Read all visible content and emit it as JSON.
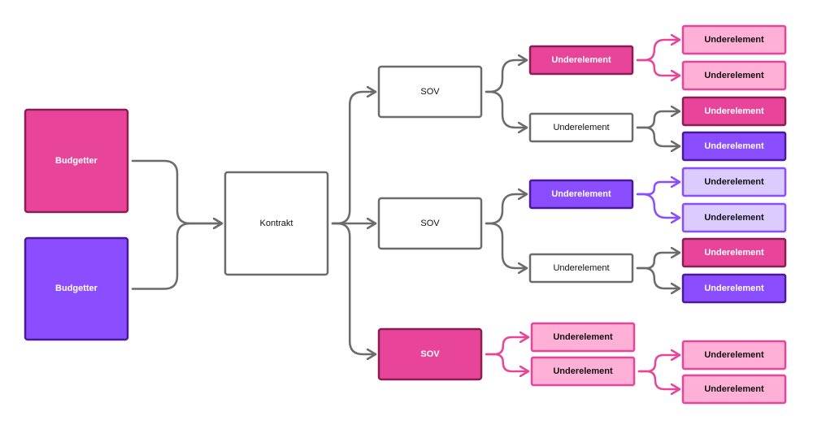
{
  "colors": {
    "gray_stroke": "#6b6b6b",
    "white_fill": "#ffffff",
    "pink": "#e8449a",
    "pink_stroke": "#8a1d52",
    "light_pink": "#ffb0d6",
    "light_pink_stroke": "#e8449a",
    "purple": "#8a4dff",
    "purple_stroke": "#4a1a99",
    "lavender": "#dccbff",
    "lavender_stroke": "#8a4dff",
    "text_dark": "#111111",
    "text_light": "#ffffff"
  },
  "nodes": {
    "budget_pink": {
      "label": "Budgetter",
      "style": "pink",
      "icon": "none"
    },
    "budget_purple": {
      "label": "Budgetter",
      "style": "purple",
      "icon": "none"
    },
    "kontrakt": {
      "label": "Kontrakt",
      "style": "white"
    },
    "sov1": {
      "label": "SOV",
      "style": "white"
    },
    "sov2": {
      "label": "SOV",
      "style": "white"
    },
    "sov3": {
      "label": "SOV",
      "style": "pink"
    },
    "sov1_sub1": {
      "label": "Underelement",
      "style": "pink"
    },
    "sov1_sub2": {
      "label": "Underelement",
      "style": "white"
    },
    "sov2_sub1": {
      "label": "Underelement",
      "style": "purple"
    },
    "sov2_sub2": {
      "label": "Underelement",
      "style": "white"
    },
    "sov3_sub1": {
      "label": "Underelement",
      "style": "light_pink"
    },
    "sov3_sub2": {
      "label": "Underelement",
      "style": "light_pink"
    },
    "leaf1": {
      "label": "Underelement",
      "style": "light_pink"
    },
    "leaf2": {
      "label": "Underelement",
      "style": "light_pink"
    },
    "leaf3": {
      "label": "Underelement",
      "style": "pink"
    },
    "leaf4": {
      "label": "Underelement",
      "style": "purple"
    },
    "leaf5": {
      "label": "Underelement",
      "style": "lavender"
    },
    "leaf6": {
      "label": "Underelement",
      "style": "lavender"
    },
    "leaf7": {
      "label": "Underelement",
      "style": "pink"
    },
    "leaf8": {
      "label": "Underelement",
      "style": "purple"
    },
    "leaf9": {
      "label": "Underelement",
      "style": "light_pink"
    },
    "leaf10": {
      "label": "Underelement",
      "style": "light_pink"
    }
  },
  "edges": [
    {
      "from": "budget_pink",
      "to": "kontrakt",
      "color": "gray"
    },
    {
      "from": "budget_purple",
      "to": "kontrakt",
      "color": "gray"
    },
    {
      "from": "kontrakt",
      "to": "sov1",
      "color": "gray"
    },
    {
      "from": "kontrakt",
      "to": "sov2",
      "color": "gray"
    },
    {
      "from": "kontrakt",
      "to": "sov3",
      "color": "gray"
    },
    {
      "from": "sov1",
      "to": "sov1_sub1",
      "color": "gray"
    },
    {
      "from": "sov1",
      "to": "sov1_sub2",
      "color": "gray"
    },
    {
      "from": "sov2",
      "to": "sov2_sub1",
      "color": "gray"
    },
    {
      "from": "sov2",
      "to": "sov2_sub2",
      "color": "gray"
    },
    {
      "from": "sov3",
      "to": "sov3_sub1",
      "color": "pink"
    },
    {
      "from": "sov3",
      "to": "sov3_sub2",
      "color": "pink"
    },
    {
      "from": "sov1_sub1",
      "to": "leaf1",
      "color": "pink"
    },
    {
      "from": "sov1_sub1",
      "to": "leaf2",
      "color": "pink"
    },
    {
      "from": "sov1_sub2",
      "to": "leaf3",
      "color": "gray"
    },
    {
      "from": "sov1_sub2",
      "to": "leaf4",
      "color": "gray"
    },
    {
      "from": "sov2_sub1",
      "to": "leaf5",
      "color": "purple"
    },
    {
      "from": "sov2_sub1",
      "to": "leaf6",
      "color": "purple"
    },
    {
      "from": "sov2_sub2",
      "to": "leaf7",
      "color": "gray"
    },
    {
      "from": "sov2_sub2",
      "to": "leaf8",
      "color": "gray"
    },
    {
      "from": "sov3_sub2",
      "to": "leaf9",
      "color": "pink"
    },
    {
      "from": "sov3_sub2",
      "to": "leaf10",
      "color": "pink"
    }
  ]
}
